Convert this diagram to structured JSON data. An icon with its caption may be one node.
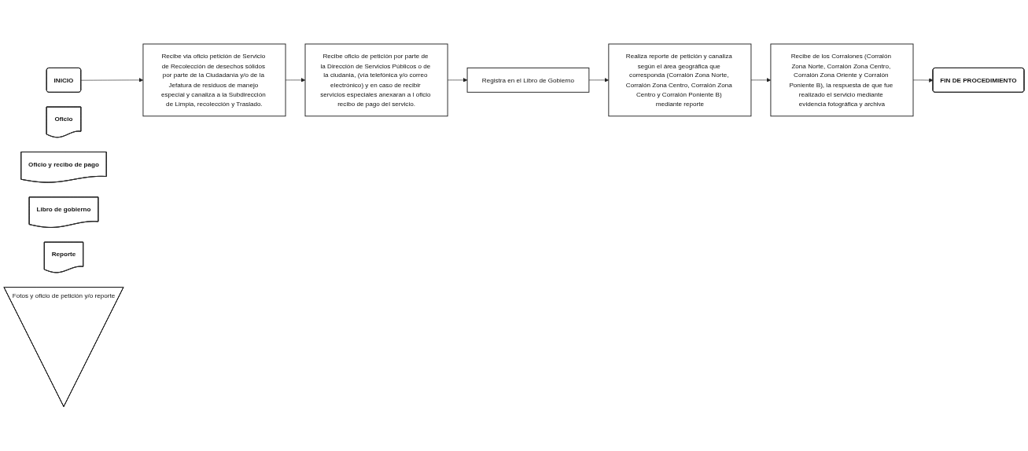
{
  "diagram": {
    "nodes": [
      {
        "text": [
          "INICIO"
        ]
      },
      {
        "text": [
          "Recibe via oficio petición de Servicio de Recolección de desechos sólidos por parte de la Ciudadanía y/o de la Jefatura de residuos de manejo especial y canaliza a la Subdirección de Limpia, recolección y Traslado."
        ]
      },
      {
        "text": [
          "Oficio"
        ]
      },
      {
        "text": [
          "Recibe oficio de petición por parte de la Dirección de Servicios Públicos o de la ciudania, (vía telefónica y/o correo electrónico) y en caso de recibir servicios especiales anexaran a l oficio recibo de pago del servicio."
        ]
      },
      {
        "text": [
          "Oficio y recibo de pago"
        ]
      },
      {
        "text": [
          "Registra en el Libro de Gobierno"
        ]
      },
      {
        "text": [
          "Libro de gobierno"
        ]
      },
      {
        "text": [
          "Realiza reporte de petición y canaliza según el área geográfica que corresponda (Corralón Zona Norte, Corralón Zona Centro, Corralón Zona Centro y Corralón Poniente B) mediante reporte"
        ]
      },
      {
        "text": [
          "Reporte"
        ]
      },
      {
        "text": [
          "Recibe de los Corralones (Corralón Zona Norte, Corralón Zona Centro, Corralón Zona Oriente y Corralón Poniente B), la respuesta de que fue realizado el servicio mediante evidencia fotográfica y archiva"
        ]
      },
      {
        "text": [
          "Fotos y oficio de petición y/o reporte"
        ]
      },
      {
        "text": [
          "FIN DE PROCEDIMIENTO"
        ]
      }
    ],
    "edges": [
      {
        "from": 0,
        "to": 1,
        "arrow": "to"
      },
      {
        "from": 1,
        "to": 3,
        "arrow": "to"
      },
      {
        "from": 3,
        "to": 5,
        "arrow": "to"
      },
      {
        "from": 5,
        "to": 7,
        "arrow": "to"
      },
      {
        "from": 7,
        "to": 9,
        "arrow": "to"
      },
      {
        "from": 9,
        "to": 11,
        "arrow": "to"
      }
    ]
  }
}
